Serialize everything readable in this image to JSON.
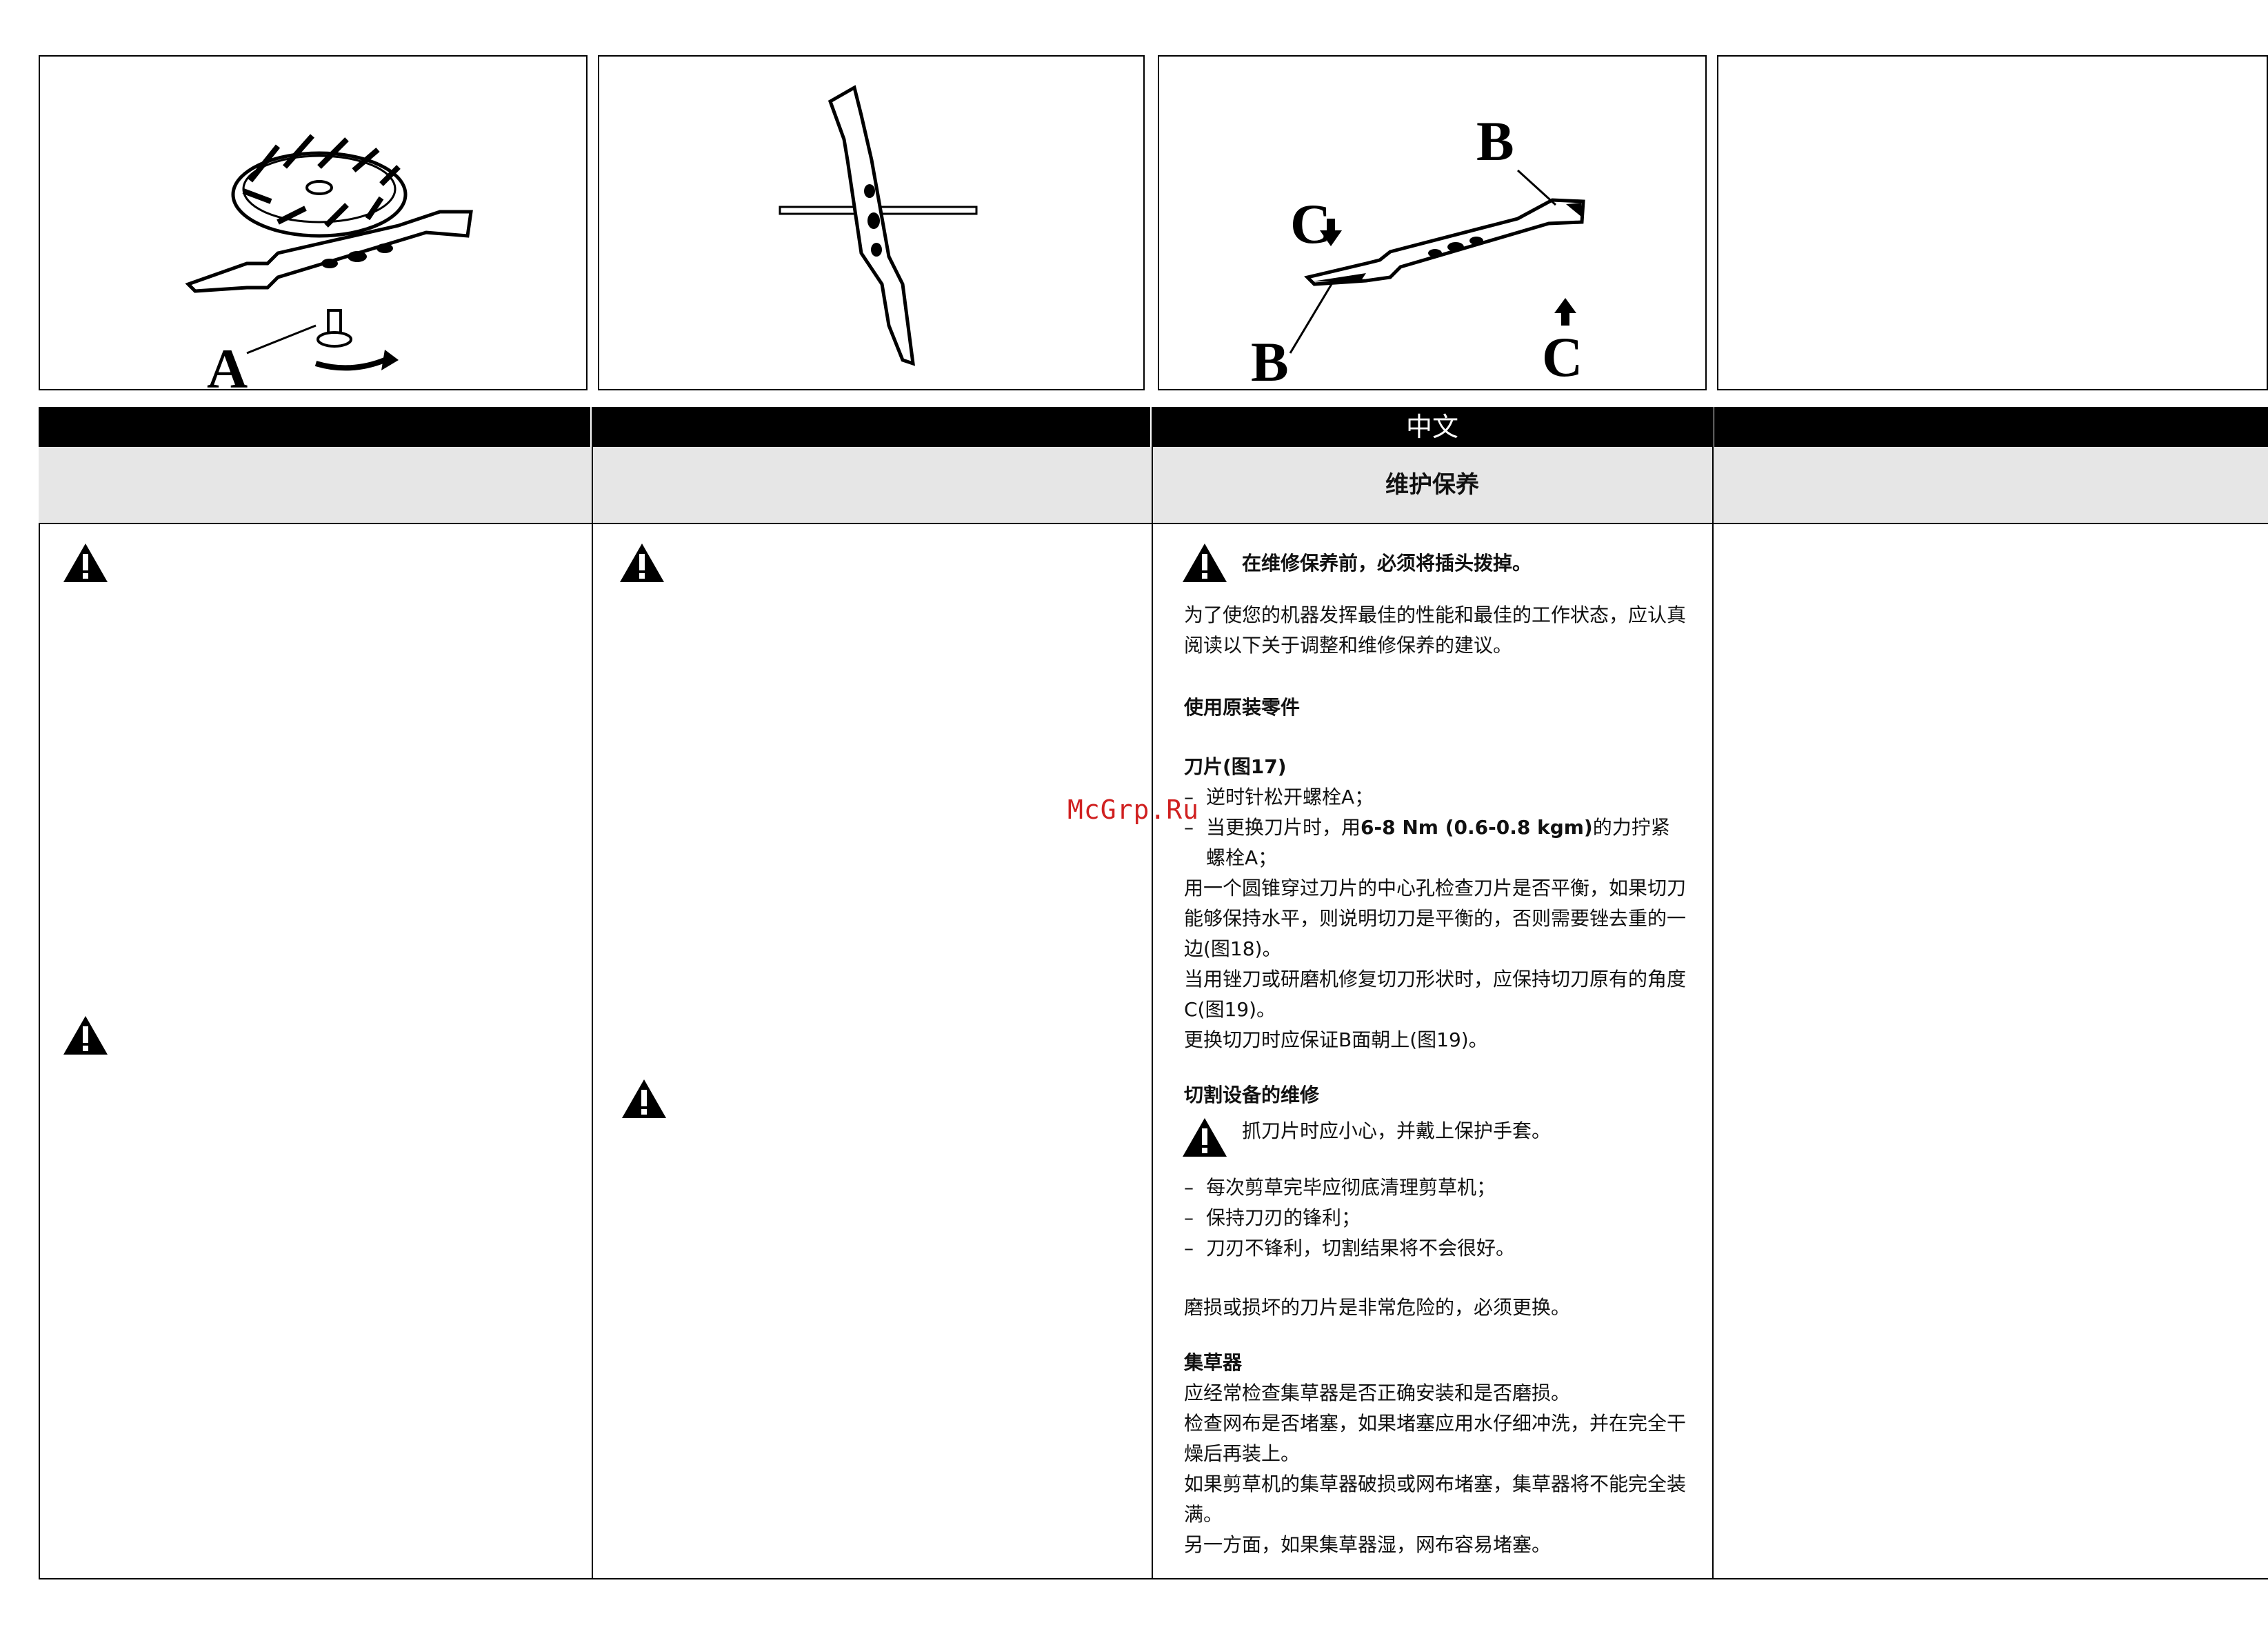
{
  "figures": {
    "fig17_label_a": "A",
    "fig19_label_b_top": "B",
    "fig19_label_b_bottom": "B",
    "fig19_label_c_top": "C",
    "fig19_label_c_bottom": "C"
  },
  "header": {
    "language": "中文",
    "section_title": "维护保养"
  },
  "content": {
    "warning_unplug": "在维修保养前，必须将插头拨掉。",
    "intro": "为了使您的机器发挥最佳的性能和最佳的工作状态，应认真阅读以下关于调整和维修保养的建议。",
    "original_parts_heading": "使用原装零件",
    "blade_heading": "刀片(图17)",
    "blade_step1": "逆时针松开螺栓A；",
    "blade_step2_a": "当更换刀片时，用",
    "blade_step2_torque": "6-8 Nm (0.6-0.8 kgm)",
    "blade_step2_b": "的力拧紧螺栓A；",
    "blade_balance": "用一个圆锥穿过刀片的中心孔检查刀片是否平衡，如果切刀能够保持水平，则说明切刀是平衡的，否则需要锉去重的一边(图18)。",
    "blade_sharpen": "当用锉刀或研磨机修复切刀形状时，应保持切刀原有的角度C(图19)。",
    "blade_replace": "更换切刀时应保证B面朝上(图19)。",
    "cutting_heading": "切割设备的维修",
    "cutting_warning": "抓刀片时应小心，并戴上保护手套。",
    "cutting_item1": "每次剪草完毕应彻底清理剪草机；",
    "cutting_item2": "保持刀刃的锋利；",
    "cutting_item3": "刀刃不锋利，切割结果将不会很好。",
    "worn_blade": "磨损或损坏的刀片是非常危险的，必须更换。",
    "collector_heading": "集草器",
    "collector_p1": "应经常检查集草器是否正确安装和是否磨损。",
    "collector_p2": "检查网布是否堵塞，如果堵塞应用水仔细冲洗，并在完全干燥后再装上。",
    "collector_p3": "如果剪草机的集草器破损或网布堵塞，集草器将不能完全装满。",
    "collector_p4": "另一方面，如果集草器湿，网布容易堵塞。",
    "dash": "–"
  },
  "watermark": "McGrp.Ru"
}
